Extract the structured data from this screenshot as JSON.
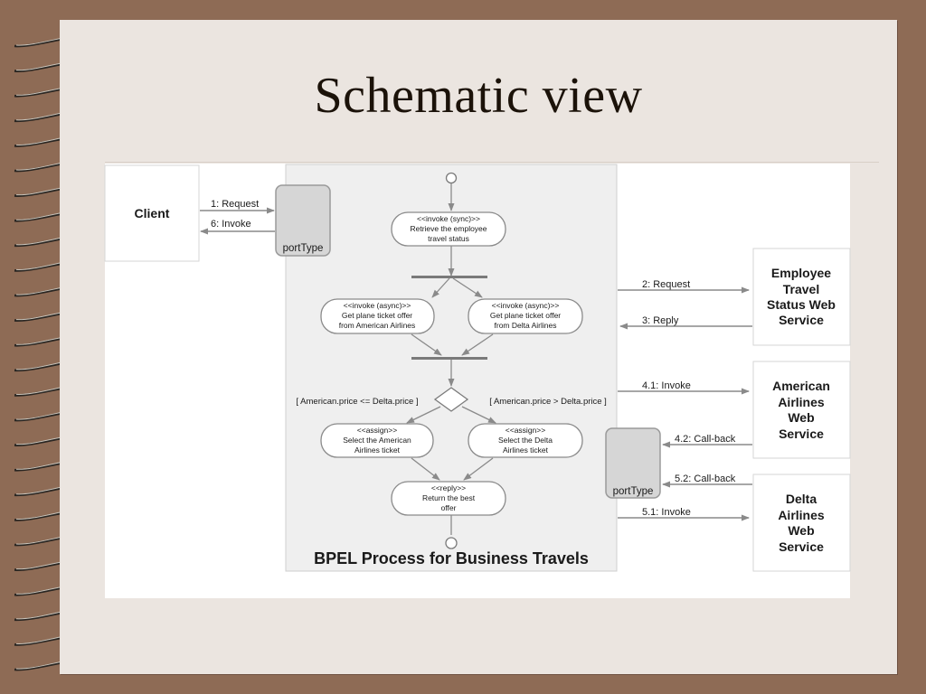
{
  "slide": {
    "title": "Schematic view"
  },
  "diagram": {
    "client": "Client",
    "port_type_left": "portType",
    "port_type_right": "portType",
    "msg_request": "1: Request",
    "msg_invoke": "6: Invoke",
    "process_label": "BPEL Process for Business Travels",
    "act_retrieve": {
      "l1": "<<invoke (sync)>>",
      "l2": "Retrieve the employee",
      "l3": "travel status"
    },
    "act_american": {
      "l1": "<<invoke (async)>>",
      "l2": "Get plane ticket offer",
      "l3": "from American Airlines"
    },
    "act_delta": {
      "l1": "<<invoke (async)>>",
      "l2": "Get plane ticket offer",
      "l3": "from Delta Airlines"
    },
    "assign_american": {
      "l1": "<<assign>>",
      "l2": "Select the American",
      "l3": "Airlines ticket"
    },
    "assign_delta": {
      "l1": "<<assign>>",
      "l2": "Select the Delta",
      "l3": "Airlines ticket"
    },
    "reply": {
      "l1": "<<reply>>",
      "l2": "Return the best",
      "l3": "offer"
    },
    "guard_left": "[ American.price <= Delta.price ]",
    "guard_right": "[ American.price > Delta.price ]",
    "msg_2_request": "2: Request",
    "msg_3_reply": "3: Reply",
    "msg_41_invoke": "4.1: Invoke",
    "msg_42_callback": "4.2: Call-back",
    "msg_52_callback": "5.2: Call-back",
    "msg_51_invoke": "5.1: Invoke",
    "svc_employee": {
      "l1": "Employee",
      "l2": "Travel",
      "l3": "Status Web",
      "l4": "Service"
    },
    "svc_american": {
      "l1": "American",
      "l2": "Airlines",
      "l3": "Web",
      "l4": "Service"
    },
    "svc_delta": {
      "l1": "Delta",
      "l2": "Airlines",
      "l3": "Web",
      "l4": "Service"
    }
  }
}
